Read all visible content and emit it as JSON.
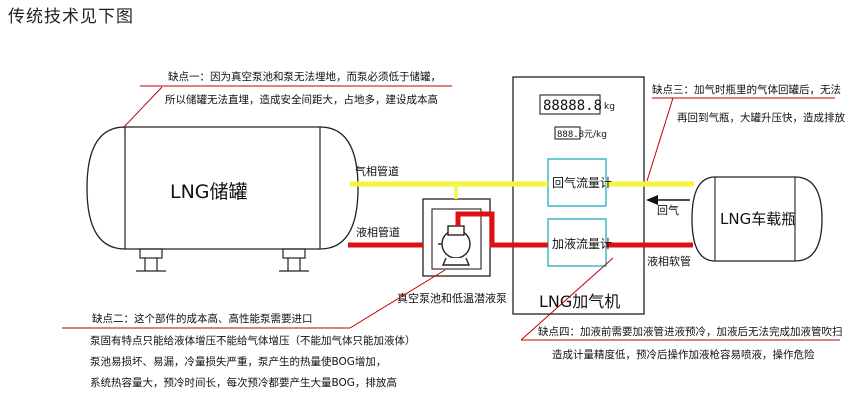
{
  "title": "传统技术见下图",
  "tank": {
    "label": "LNG储罐"
  },
  "pipes": {
    "gas": "气相管道",
    "liquid": "液相管道",
    "return_gas": "回气",
    "liquid_hose": "液相软管"
  },
  "pump": {
    "label": "真空泵池和低温潜液泵"
  },
  "dispenser": {
    "display_main": "88888.8",
    "display_main_unit": "kg",
    "display_price": "888.8",
    "display_price_unit": "元/kg",
    "return_meter": "回气流量计",
    "fill_meter": "加液流量计",
    "label": "LNG加气机"
  },
  "vehicle": {
    "label": "LNG车载瓶"
  },
  "notes": {
    "n1": {
      "line1": "缺点一：因为真空泵池和泵无法埋地，而泵必须低于储罐，",
      "line2": "所以储罐无法直埋，造成安全间距大，占地多，建设成本高"
    },
    "n2": {
      "head": "缺点二：这个部件的成本高、高性能泵需要进口",
      "line1": "泵固有特点只能给液体增压不能给气体增压（不能加气体只能加液体）",
      "line2": "泵池易损坏、易漏，冷量损失严重，泵产生的热量使BOG增加，",
      "line3": "系统热容量大，预冷时间长，每次预冷都要产生大量BOG，排放高"
    },
    "n3": {
      "line1": "缺点三：加气时瓶里的气体回罐后，无法",
      "line2": "再回到气瓶，大罐升压快，造成排放"
    },
    "n4": {
      "line1": "缺点四：加液前需要加液管进液预冷，加液后无法完成加液管吹扫",
      "line2": "造成计量精度低，预冷后操作加液枪容易喷液，操作危险"
    }
  },
  "colors": {
    "gas_line": "#f5f53a",
    "liquid_line": "#e01010",
    "meter_box": "#3fb8c8",
    "callout": "#c00000",
    "arrow": "#111111"
  }
}
